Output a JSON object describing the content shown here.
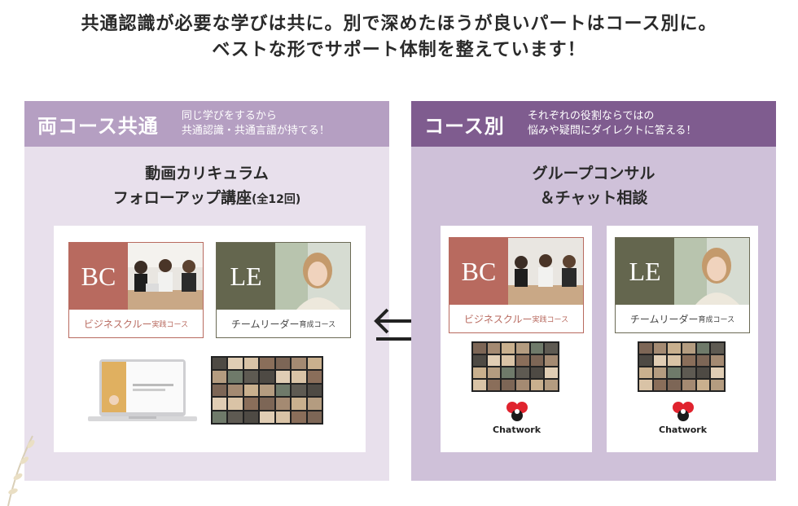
{
  "headline": {
    "line1": "共通認識が必要な学びは共に。別で深めたほうが良いパートはコース別に。",
    "line2": "ベストな形でサポート体制を整えています！"
  },
  "left_panel": {
    "title": "両コース共通",
    "subtitle": "同じ学びをするから\n共通認識・共通言語が持てる！",
    "section_line1": "動画カリキュラム",
    "section_line2": "フォローアップ講座",
    "section_line2_small": "(全12回)",
    "bc_card": {
      "abbr": "BC",
      "label": "ビジネスクルー",
      "label_small": "実践コース"
    },
    "le_card": {
      "abbr": "LE",
      "label": "チームリーダー",
      "label_small": "育成コース"
    }
  },
  "right_panel": {
    "title": "コース別",
    "subtitle": "それぞれの役割ならではの\n悩みや疑問にダイレクトに答える！",
    "section_line1": "グループコンサル",
    "section_line2": "＆チャット相談",
    "bc_card": {
      "abbr": "BC",
      "label": "ビジネスクルー",
      "label_small": "実践コース"
    },
    "le_card": {
      "abbr": "LE",
      "label": "チームリーダー",
      "label_small": "育成コース"
    },
    "chatwork_label": "Chatwork"
  },
  "colors": {
    "bc": "#b86a5f",
    "le": "#64664e",
    "left_header": "#b59fc2",
    "right_header": "#7f5c8f",
    "chatwork_red": "#e0232e"
  },
  "icons": [
    "exchange-arrows-icon",
    "chatwork-logo-icon",
    "laptop-icon",
    "video-call-grid-icon"
  ]
}
